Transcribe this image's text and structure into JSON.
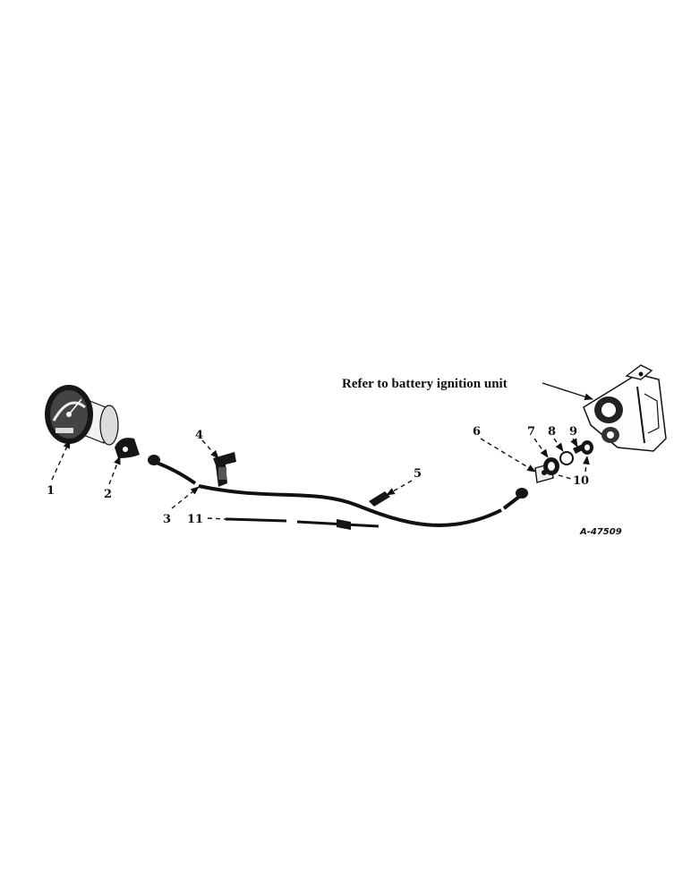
{
  "callouts": {
    "c1": "1",
    "c2": "2",
    "c3": "3",
    "c4": "4",
    "c5": "5",
    "c6": "6",
    "c7": "7",
    "c8": "8",
    "c9": "9",
    "c10": "10",
    "c11": "11"
  },
  "reference_note": "Refer to battery ignition unit",
  "figure_code": "A-47509",
  "icons": [
    "tachometer-gauge-icon",
    "mounting-bracket-icon",
    "cable-clip-icon",
    "drive-cable-icon",
    "distributor-housing-icon"
  ]
}
